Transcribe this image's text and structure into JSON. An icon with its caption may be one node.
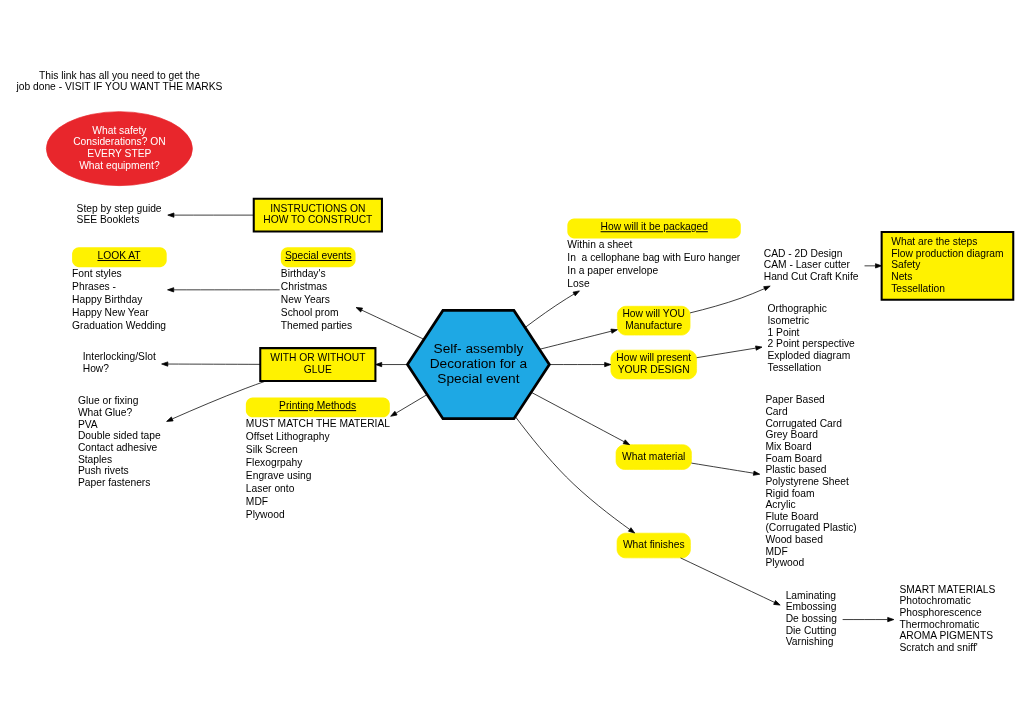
{
  "diagram": {
    "nodes": [
      {
        "text": [
          "Self- assembly Decoration for a Special event"
        ]
      },
      {
        "text": [
          "How will it be packaged"
        ],
        "beside": [
          "Within a sheet",
          "In  a cellophane bag with Euro hanger",
          "In a paper envelope",
          "Lose"
        ]
      },
      {
        "text": [
          "How will YOU Manufacture"
        ]
      },
      {
        "text": [
          "CAD - 2D Design",
          "CAM - Laser cutter",
          "Hand Cut Craft Knife"
        ]
      },
      {
        "text": [
          "What are the steps",
          "Flow production diagram",
          "Safety",
          "Nets",
          "Tessellation"
        ]
      },
      {
        "text": [
          "INSTRUCTIONS ON HOW TO CONSTRUCT"
        ]
      },
      {
        "text": [
          "Step by step guide",
          "SEE Booklets"
        ]
      },
      {
        "text": [
          "LOOK AT"
        ],
        "beside": [
          "Font styles",
          "Phrases -",
          "Happy Birthday",
          "Happy New Year",
          "Graduation Wedding"
        ]
      },
      {
        "text": [
          "Special events"
        ],
        "beside": [
          "Birthday's",
          "Christmas",
          "New Years",
          "School prom",
          "Themed parties"
        ]
      },
      {
        "text": [
          "WITH OR WITHOUT GLUE"
        ]
      },
      {
        "text": [
          "Interlocking/Slot",
          "How?"
        ]
      },
      {
        "text": [
          "Glue or fixing",
          "What Glue?",
          "PVA",
          "Double sided tape",
          "Contact adhesive",
          "Staples",
          "Push rivets",
          "Paper fasteners"
        ]
      },
      {
        "text": [
          "How will present YOUR DESIGN"
        ]
      },
      {
        "text": [
          "Orthographic",
          "Isometric",
          "1 Point",
          "2 Point perspective",
          "Exploded diagram",
          "Tessellation"
        ]
      },
      {
        "text": [
          "What material"
        ]
      },
      {
        "text": [
          "Paper Based",
          "Card",
          "Corrugated Card",
          "Grey Board",
          "Mix Board",
          "Foam Board",
          "Plastic based",
          "Polystyrene Sheet",
          "Rigid foam",
          "Acrylic",
          "Flute Board",
          "(Corrugated Plastic)",
          "Wood based",
          "MDF",
          "Plywood"
        ]
      },
      {
        "text": [
          "Printing Methods"
        ],
        "beside": [
          "MUST MATCH THE MATERIAL",
          "Offset Lithography",
          "Silk Screen",
          "Flexogrpahy",
          "Engrave using",
          "Laser onto",
          "MDF",
          "Plywood"
        ]
      },
      {
        "text": [
          "What finishes"
        ]
      },
      {
        "text": [
          "Laminating",
          "Embossing",
          "De bossing",
          "Die Cutting",
          "Varnishing"
        ]
      },
      {
        "text": [
          "SMART MATERIALS",
          "Photochromatic",
          "Phosphorescence",
          "Thermochromatic",
          "AROMA PIGMENTS",
          "Scratch and sniff'"
        ]
      },
      {
        "text": [
          "What safety Considerations? ON EVERY STEP",
          "What equipment?"
        ]
      }
    ],
    "edges": [
      {
        "from": 0,
        "to": 1,
        "arrow": "to"
      },
      {
        "from": 0,
        "to": 2,
        "arrow": "to"
      },
      {
        "from": 2,
        "to": 3,
        "arrow": "to"
      },
      {
        "from": 3,
        "to": 4,
        "arrow": "to"
      },
      {
        "from": 5,
        "to": 6,
        "arrow": "to"
      },
      {
        "from": 8,
        "to": 7,
        "arrow": "to"
      },
      {
        "from": 0,
        "to": 8,
        "arrow": "to"
      },
      {
        "from": 0,
        "to": 9,
        "arrow": "to"
      },
      {
        "from": 9,
        "to": 10,
        "arrow": "to"
      },
      {
        "from": 9,
        "to": 11,
        "arrow": "to"
      },
      {
        "from": 0,
        "to": 12,
        "arrow": "to"
      },
      {
        "from": 12,
        "to": 13,
        "arrow": "to"
      },
      {
        "from": 0,
        "to": 14,
        "arrow": "to"
      },
      {
        "from": 14,
        "to": 15,
        "arrow": "to"
      },
      {
        "from": 0,
        "to": 16,
        "arrow": "to"
      },
      {
        "from": 0,
        "to": 17,
        "arrow": "to"
      },
      {
        "from": 17,
        "to": 18,
        "arrow": "to"
      },
      {
        "from": 18,
        "to": 19,
        "arrow": "to"
      }
    ],
    "labels": [
      "This link has all you need to get the job done - VISIT IF YOU WANT THE MARKS"
    ]
  }
}
